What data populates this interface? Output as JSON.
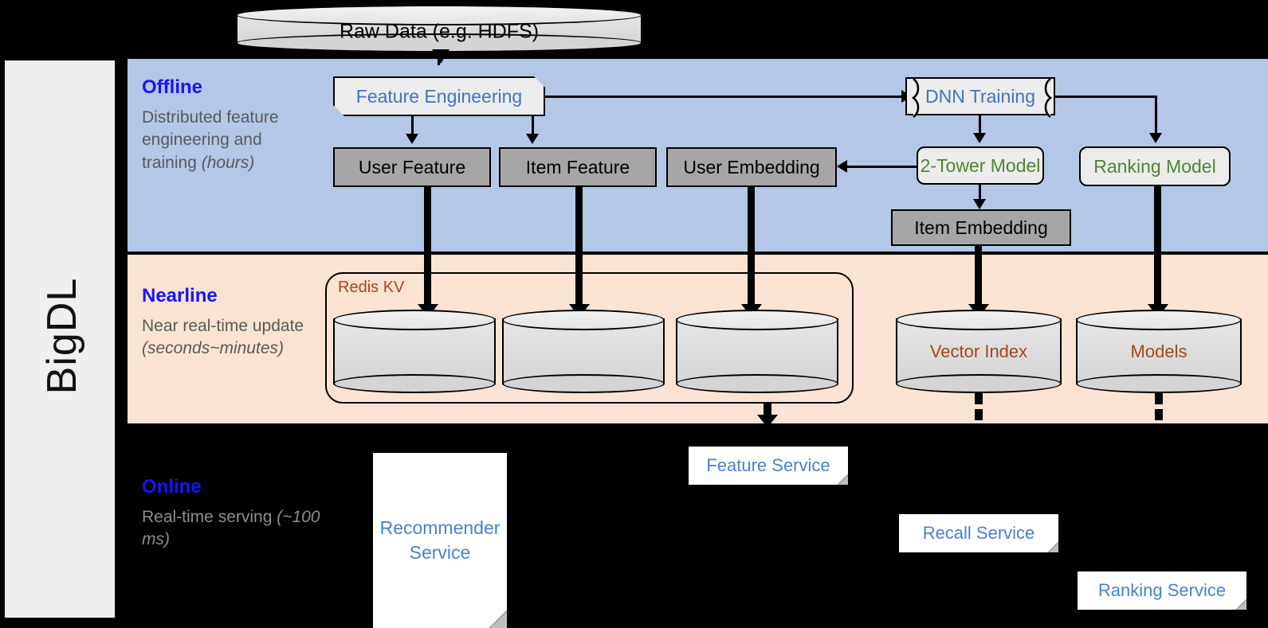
{
  "framework": {
    "name": "BigDL"
  },
  "source": {
    "label": "Raw Data (e.g. HDFS)"
  },
  "stages": [
    {
      "key": "offline",
      "title": "Offline",
      "desc_plain": "Distributed feature engineering and training ",
      "desc_em": "(hours)"
    },
    {
      "key": "nearline",
      "title": "Nearline",
      "desc_plain": "Near real-time update ",
      "desc_em": "(seconds~minutes)"
    },
    {
      "key": "online",
      "title": "Online",
      "desc_plain": "Real-time serving ",
      "desc_em": "(~100 ms)"
    }
  ],
  "offline": {
    "feature_engineering": "Feature Engineering",
    "dnn_training": "DNN Training",
    "user_feature": "User Feature",
    "item_feature": "Item Feature",
    "user_embedding": "User Embedding",
    "two_tower_model": "2-Tower Model",
    "ranking_model": "Ranking Model",
    "item_embedding": "Item Embedding"
  },
  "nearline": {
    "redis_kv": "Redis KV",
    "store_1": "",
    "store_2": "",
    "store_3": "",
    "vector_index": "Vector Index",
    "models": "Models"
  },
  "online": {
    "recommender_service": "Recommender Service",
    "feature_service": "Feature Service",
    "recall_service": "Recall Service",
    "ranking_service": "Ranking Service"
  },
  "colors": {
    "offline_band": "#b4c7e7",
    "nearline_band": "#fae3d3",
    "online_band": "#000000",
    "stage_title": "#1414ff",
    "stage_desc": "#595959",
    "process_blue": "#4472c4",
    "model_green": "#548235",
    "store_brown": "#a4461e",
    "service_blue": "#4a7fd4",
    "gray_node": "#a6a6a6",
    "rail": "#efefef"
  }
}
